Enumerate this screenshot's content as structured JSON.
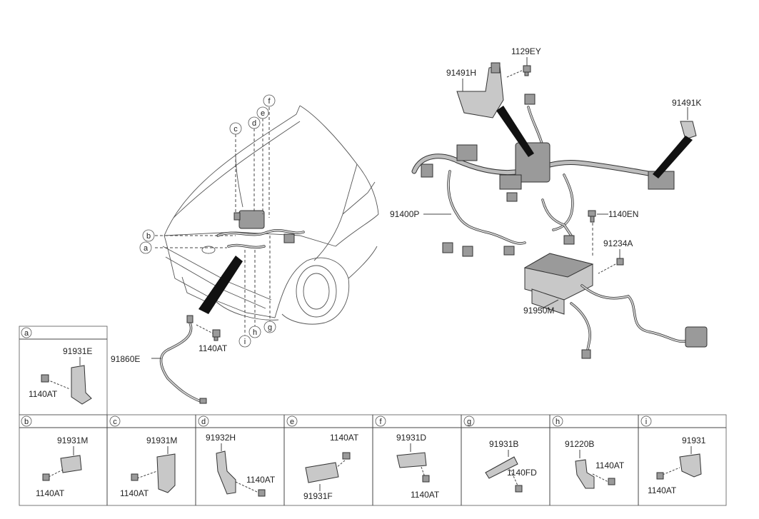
{
  "main_labels": {
    "p1129EY": "1129EY",
    "p91491H": "91491H",
    "p91491K": "91491K",
    "p91400P": "91400P",
    "p1140EN": "1140EN",
    "p91234A": "91234A",
    "p91950M": "91950M",
    "p91860E": "91860E",
    "p1140AT_main": "1140AT"
  },
  "callouts": [
    "a",
    "b",
    "c",
    "d",
    "e",
    "f",
    "g",
    "h",
    "i"
  ],
  "panel_a": {
    "letter": "a",
    "part": "91931E",
    "bolt": "1140AT"
  },
  "panels": [
    {
      "letter": "b",
      "part": "91931M",
      "bolt": "1140AT"
    },
    {
      "letter": "c",
      "part": "91931M",
      "bolt": "1140AT"
    },
    {
      "letter": "d",
      "part": "91932H",
      "bolt": "1140AT"
    },
    {
      "letter": "e",
      "part": "91931F",
      "bolt": "1140AT"
    },
    {
      "letter": "f",
      "part": "91931D",
      "bolt": "1140AT"
    },
    {
      "letter": "g",
      "part": "91931B",
      "bolt": "1140FD"
    },
    {
      "letter": "h",
      "part": "91220B",
      "bolt": "1140AT"
    },
    {
      "letter": "i",
      "part": "91931",
      "bolt": "1140AT"
    }
  ]
}
